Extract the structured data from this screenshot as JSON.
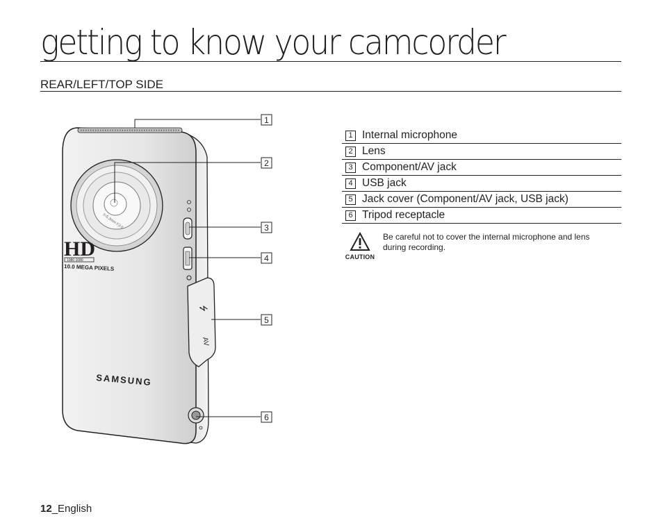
{
  "page": {
    "title": "getting to know your camcorder",
    "section": "REAR/LEFT/TOP SIDE"
  },
  "callouts": [
    "1",
    "2",
    "3",
    "4",
    "5",
    "6"
  ],
  "device": {
    "badge_hd": "HD",
    "badge_sub": "1080 1080",
    "megapixels": "10.0 MEGA PIXELS",
    "brand": "SAMSUNG",
    "lens_text": "f=5.3mm F3.6",
    "port_usb": "⭍",
    "port_av": "AV"
  },
  "parts": [
    {
      "num": "1",
      "label": "Internal microphone"
    },
    {
      "num": "2",
      "label": "Lens"
    },
    {
      "num": "3",
      "label": "Component/AV jack"
    },
    {
      "num": "4",
      "label": "USB jack"
    },
    {
      "num": "5",
      "label": "Jack cover (Component/AV jack, USB jack)"
    },
    {
      "num": "6",
      "label": "Tripod receptacle"
    }
  ],
  "caution": {
    "label": "CAUTION",
    "text": "Be careful not to cover the internal microphone and lens during recording."
  },
  "footer": {
    "page_number": "12",
    "language": "_English"
  }
}
